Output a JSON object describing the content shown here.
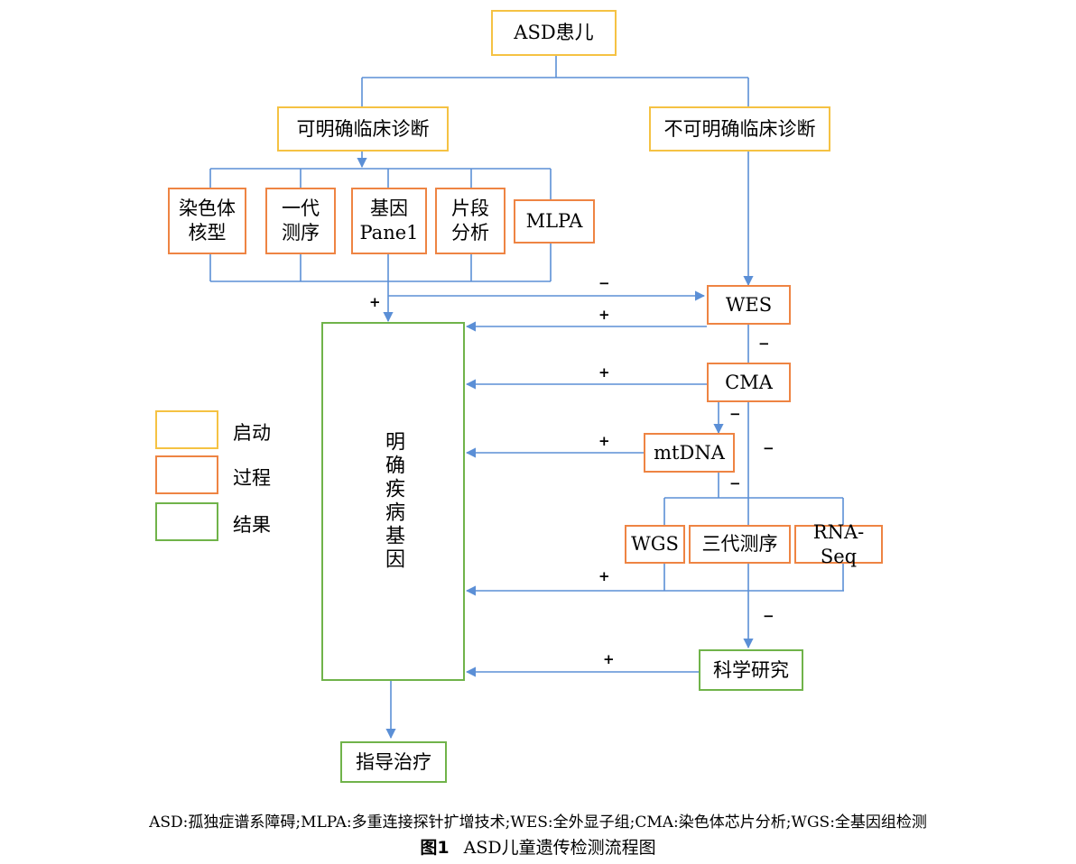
{
  "nodes": {
    "asd": "ASD患儿",
    "clear_dx": "可明确临床诊断",
    "unclear_dx": "不可明确临床诊断",
    "karyotype": "染色体核型",
    "sanger": "一代测序",
    "panel": "基因Pane1",
    "fragment": "片段分析",
    "mlpa": "MLPA",
    "wes": "WES",
    "cma": "CMA",
    "mtdna": "mtDNA",
    "wgs": "WGS",
    "tgs": "三代测序",
    "rnaseq": "RNA-Seq",
    "research": "科学研究",
    "gene": "明确疾病基因",
    "treatment": "指导治疗"
  },
  "signs": {
    "plus": "+",
    "minus": "−"
  },
  "legend": {
    "start": "启动",
    "process": "过程",
    "result": "结果"
  },
  "colors": {
    "start": "#f5c243",
    "process": "#ee8443",
    "result": "#70b34a",
    "line": "#5b8fd6"
  },
  "footnote": "ASD:孤独症谱系障碍;MLPA:多重连接探针扩增技术;WES:全外显子组;CMA:染色体芯片分析;WGS:全基因组检测",
  "caption": {
    "number": "图1",
    "title": "ASD儿童遗传检测流程图"
  }
}
